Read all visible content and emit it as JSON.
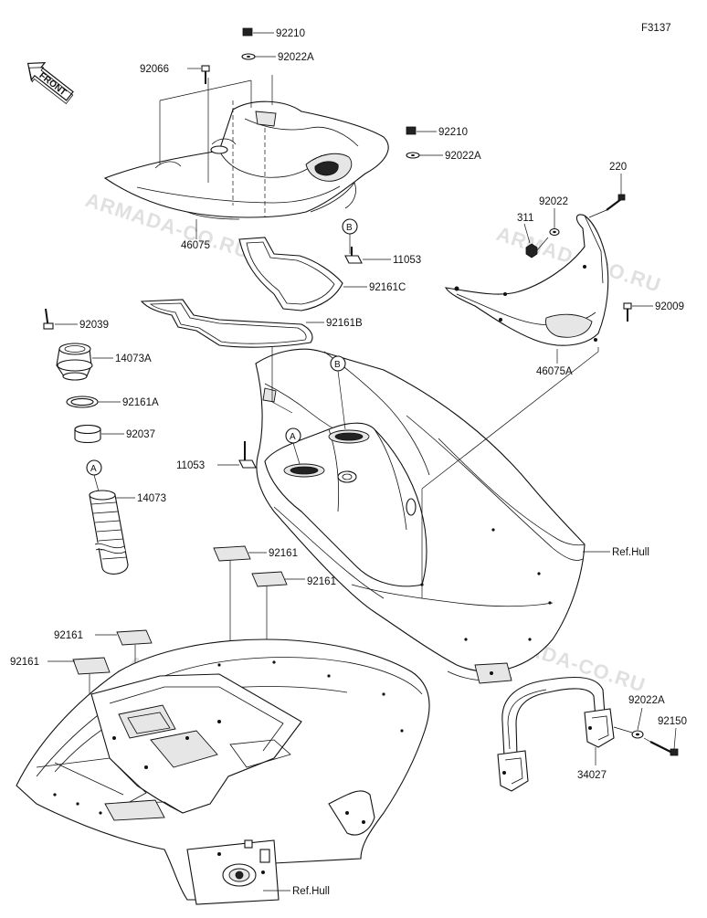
{
  "figure_code": "F3137",
  "front_marker": "FRONT",
  "watermark": "ARMADA-CO.RU",
  "callouts": {
    "a": "A",
    "b": "B"
  },
  "parts": {
    "p92210_top": "92210",
    "p92022A_top": "92022A",
    "p92066": "92066",
    "p92210_mid": "92210",
    "p92022A_mid": "92022A",
    "p46075": "46075",
    "p11053_right": "11053",
    "p92161C": "92161C",
    "p92161B": "92161B",
    "p220": "220",
    "p92022": "92022",
    "p311": "311",
    "p92009": "92009",
    "p46075A": "46075A",
    "p92039": "92039",
    "p14073A": "14073A",
    "p92161A": "92161A",
    "p92037": "92037",
    "p11053_left": "11053",
    "p14073": "14073",
    "p92161_1": "92161",
    "p92161_2": "92161",
    "p92161_3": "92161",
    "p92161_4": "92161",
    "p92022A_low": "92022A",
    "p92150": "92150",
    "p34027": "34027"
  },
  "refs": {
    "hull_upper": "Ref.Hull",
    "hull_lower": "Ref.Hull"
  }
}
